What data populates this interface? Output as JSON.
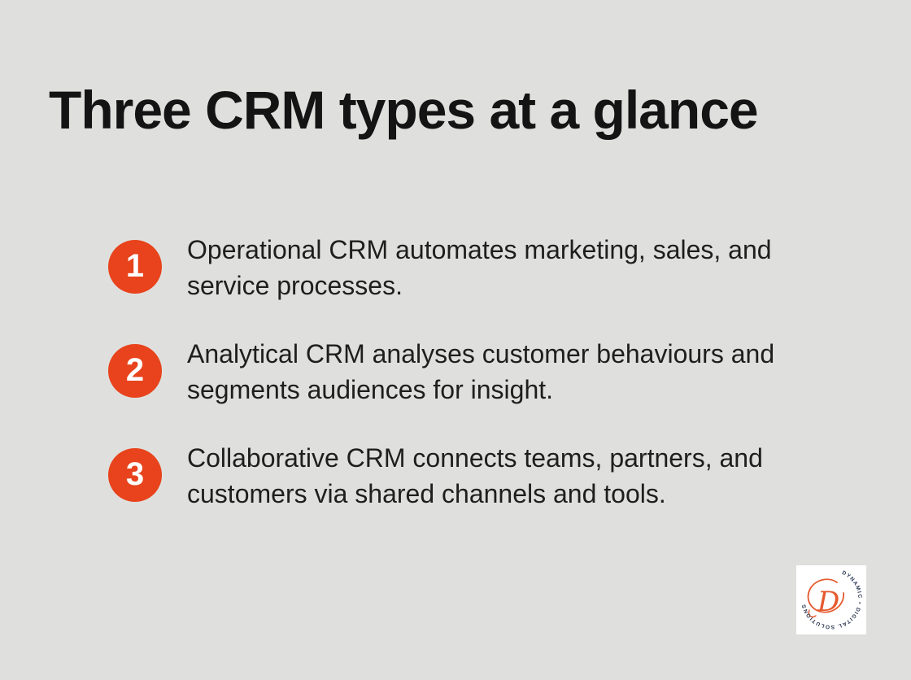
{
  "slide": {
    "title": "Three CRM types at a glance",
    "background_color": "#dfe0de",
    "accent_color": "#e8431c",
    "text_color": "#1e1e1e"
  },
  "items": [
    {
      "number": "1",
      "text": "Operational CRM automates marketing, sales, and service processes.",
      "line1": "Operational CRM automates marketing, sales, and",
      "line2": "service processes."
    },
    {
      "number": "2",
      "text": "Analytical CRM analyses customer behaviours and segments audiences for insight.",
      "line1": "Analytical CRM analyses customer behaviours and",
      "line2": "segments audiences for insight."
    },
    {
      "number": "3",
      "text": "Collaborative CRM connects teams, partners, and customers via shared channels and tools.",
      "line1": "Collaborative CRM connects teams, partners, and",
      "line2": "customers via shared channels and tools."
    }
  ],
  "logo": {
    "ring_text": "DYNAMIC • DIGITAL SOLUTIONS",
    "monogram": "D",
    "orange": "#e55a2e",
    "ring_text_color": "#2a3550"
  }
}
